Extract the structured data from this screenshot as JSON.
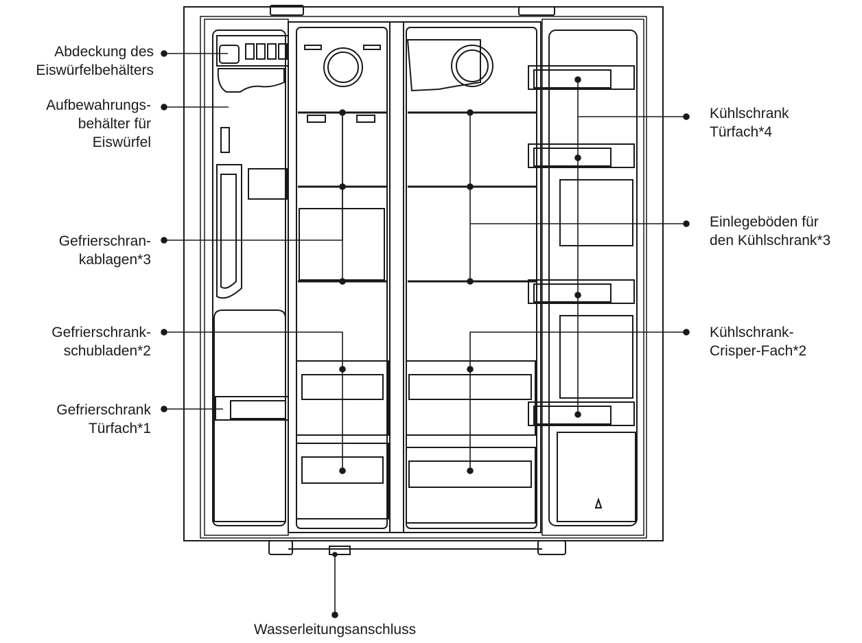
{
  "colors": {
    "line": "#1a1a1a",
    "text": "#1a1a1a",
    "background": "#ffffff"
  },
  "labels": {
    "ice_bin_cover": [
      "Abdeckung des",
      "Eiswürfelbehälters"
    ],
    "ice_storage_bin": [
      "Aufbewahrungs-",
      "behälter für",
      "Eiswürfel"
    ],
    "freezer_shelves": [
      "Gefrierschran-",
      "kablagen*3"
    ],
    "freezer_drawers": [
      "Gefrierschrank-",
      "schubladen*2"
    ],
    "freezer_door_bin": [
      "Gefrierschrank",
      "Türfach*1"
    ],
    "fridge_door_bin": [
      "Kühlschrank",
      "Türfach*4"
    ],
    "fridge_shelves": [
      "Einlegeböden für",
      "den Kühlschrank*3"
    ],
    "fridge_crisper": [
      "Kühlschrank-",
      "Crisper-Fach*2"
    ],
    "water_connection": [
      "Wasserleitungsanschluss"
    ]
  }
}
